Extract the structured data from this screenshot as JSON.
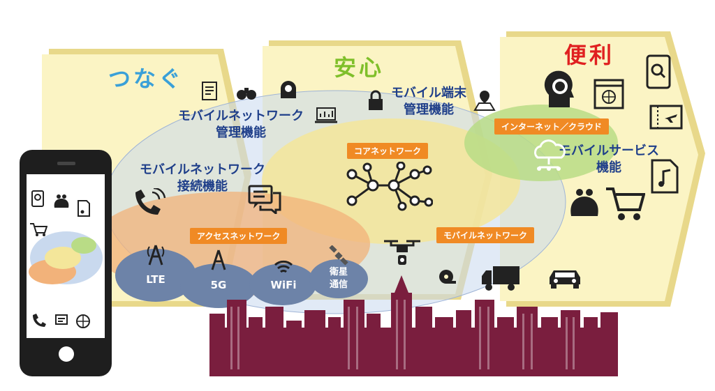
{
  "columns": {
    "connect": {
      "title": "つなぐ",
      "color": "#3aa0d8"
    },
    "safe": {
      "title": "安心",
      "color": "#7fbf2a"
    },
    "convenient": {
      "title": "便利",
      "color": "#e02020"
    }
  },
  "functions": {
    "network_management": "モバイルネットワーク\n管理機能",
    "network_connection": "モバイルネットワーク\n接続機能",
    "device_management": "モバイル端末\n管理機能",
    "service": "モバイルサービス\n機能"
  },
  "tags": {
    "access_network": "アクセスネットワーク",
    "core_network": "コアネットワーク",
    "mobile_network": "モバイルネットワーク",
    "internet_cloud": "インターネット／クラウド"
  },
  "tech": {
    "lte": "LTE",
    "5g": "5G",
    "wifi": "WiFi",
    "satellite": "衛星\n通信"
  },
  "icons": [
    "checklist-icon",
    "binoculars-icon",
    "head-gear-icon",
    "laptop-chart-icon",
    "padlock-icon",
    "map-pin-icon",
    "brain-head-icon",
    "browser-globe-icon",
    "phone-search-icon",
    "ticket-plane-icon",
    "cloud-network-icon",
    "music-file-icon",
    "purse-icon",
    "shopping-cart-icon",
    "phone-call-icon",
    "chat-bubbles-icon",
    "network-nodes-icon",
    "drone-icon",
    "tape-measure-icon",
    "truck-icon",
    "car-icon",
    "smartphone-icon",
    "city-skyline-icon"
  ],
  "colors": {
    "panel": "#fbf4c4",
    "panel_side": "#e8d88a",
    "access_ellipse": "#f2b27a",
    "core_ellipse": "#f4e69a",
    "cloud_ellipse": "#b9dc86",
    "outer_ellipse": "#c9d9ee",
    "tech_circle": "#6d83a8",
    "city": "#7a1e3e",
    "text_blue": "#1f3f8a"
  }
}
